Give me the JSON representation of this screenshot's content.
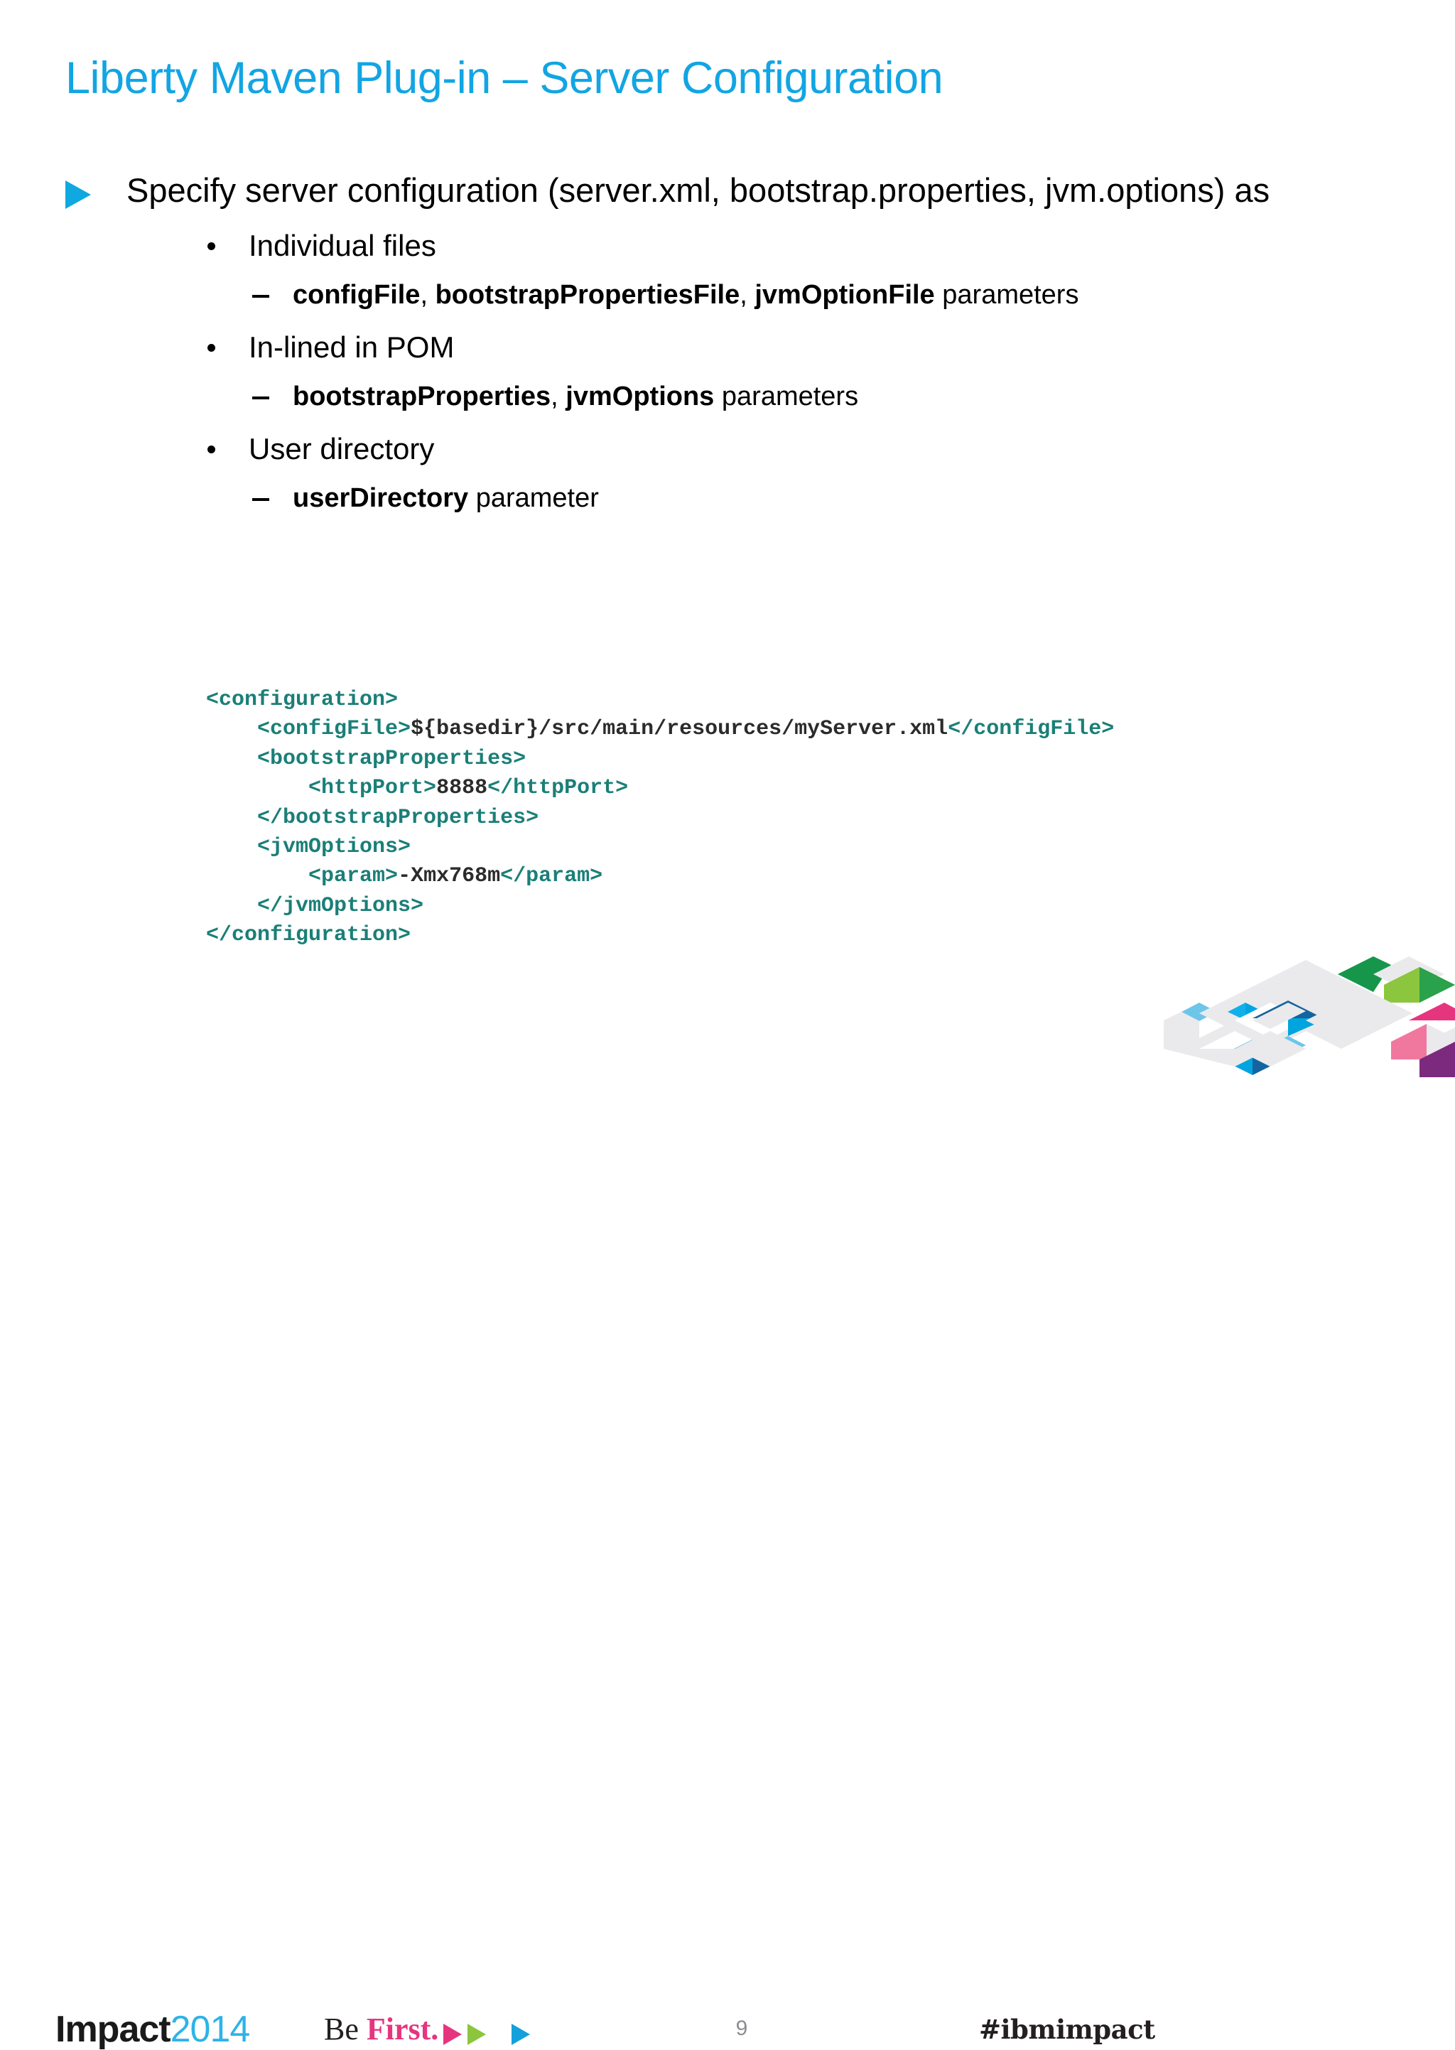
{
  "slide": {
    "title": "Liberty Maven Plug-in – Server Configuration",
    "title_color": "#12a5e3",
    "background": "#ffffff"
  },
  "content": {
    "bullets": [
      {
        "level": 1,
        "marker": "triangle",
        "text": "Specify server configuration (server.xml, bootstrap.properties, jvm.options) as"
      },
      {
        "level": 2,
        "marker": "dot",
        "text": "Individual files"
      },
      {
        "level": 3,
        "marker": "dash",
        "bold_parts": [
          "configFile",
          "bootstrapPropertiesFile",
          "jvmOptionFile"
        ],
        "trailing": "parameters",
        "text": "configFile, bootstrapPropertiesFile, jvmOptionFile parameters"
      },
      {
        "level": 2,
        "marker": "dot",
        "text": "In-lined in POM"
      },
      {
        "level": 3,
        "marker": "dash",
        "bold_parts": [
          "bootstrapProperties",
          "jvmOptions"
        ],
        "trailing": "parameters",
        "text": "bootstrapProperties, jvmOptions parameters"
      },
      {
        "level": 2,
        "marker": "dot",
        "text": "User directory"
      },
      {
        "level": 3,
        "marker": "dash",
        "bold_parts": [
          "userDirectory"
        ],
        "trailing": "parameter",
        "text": "userDirectory parameter"
      }
    ]
  },
  "code": {
    "tag_color": "#1a7f77",
    "text_color": "#2b2b2b",
    "lines": [
      {
        "indent": 0,
        "segments": [
          {
            "type": "tag",
            "text": "<configuration>"
          }
        ]
      },
      {
        "indent": 1,
        "segments": [
          {
            "type": "tag",
            "text": "<configFile>"
          },
          {
            "type": "txt",
            "text": "${basedir}/src/main/resources/myServer.xml"
          },
          {
            "type": "tag",
            "text": "</configFile>"
          }
        ]
      },
      {
        "indent": 1,
        "segments": [
          {
            "type": "tag",
            "text": "<bootstrapProperties>"
          }
        ]
      },
      {
        "indent": 2,
        "segments": [
          {
            "type": "tag",
            "text": "<httpPort>"
          },
          {
            "type": "txt",
            "text": "8888"
          },
          {
            "type": "tag",
            "text": "</httpPort>"
          }
        ]
      },
      {
        "indent": 1,
        "segments": [
          {
            "type": "tag",
            "text": "</bootstrapProperties>"
          }
        ]
      },
      {
        "indent": 1,
        "segments": [
          {
            "type": "tag",
            "text": "<jvmOptions>"
          }
        ]
      },
      {
        "indent": 2,
        "segments": [
          {
            "type": "tag",
            "text": "<param>"
          },
          {
            "type": "txt",
            "text": "-Xmx768m"
          },
          {
            "type": "tag",
            "text": "</param>"
          }
        ]
      },
      {
        "indent": 1,
        "segments": [
          {
            "type": "tag",
            "text": "</jvmOptions>"
          }
        ]
      },
      {
        "indent": 0,
        "segments": [
          {
            "type": "tag",
            "text": "</configuration>"
          }
        ]
      }
    ]
  },
  "footer": {
    "logo_word": "Impact",
    "logo_year": "2014",
    "logo_year_color": "#2eb3e8",
    "tagline_be": "Be ",
    "tagline_first": "First.",
    "tagline_first_color": "#e6357f",
    "arrow_colors": [
      "#e6357f",
      "#8cc63e",
      "#14a0db"
    ],
    "page_number": "9",
    "hashtag": "#ibmimpact"
  },
  "decoration": {
    "name": "ibm-impact-isometric-triangles",
    "colors": {
      "light_gray": "#eaeaec",
      "white": "#ffffff",
      "sky": "#6ec5ea",
      "cyan": "#00a5e0",
      "deep_blue": "#1464a0",
      "dark_green": "#15964b",
      "lime": "#8cc63e",
      "mid_green": "#2aa14b",
      "magenta": "#e6357f",
      "pink": "#f0789f",
      "purple": "#7c2a7e"
    }
  }
}
